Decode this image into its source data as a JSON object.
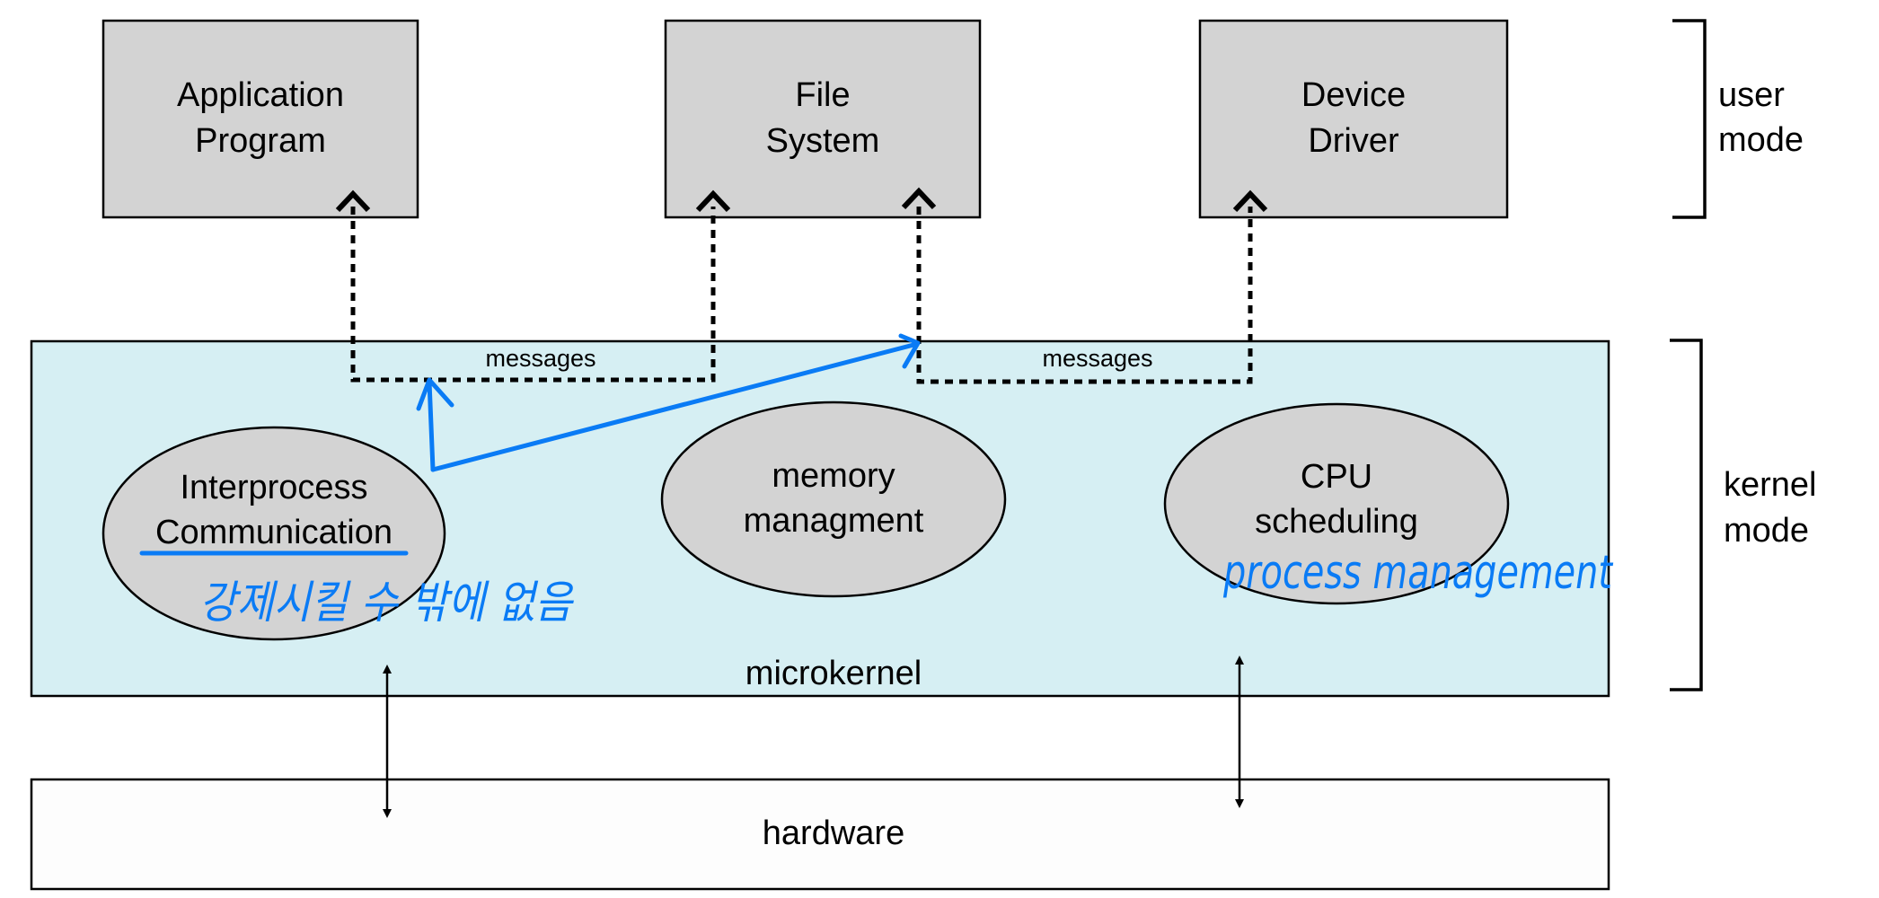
{
  "diagram": {
    "title": "Microkernel system structure",
    "colors": {
      "user_box_fill": "#d3d3d3",
      "kernel_fill": "#d6eff3",
      "hardware_fill": "#fdfdfd",
      "annotation_ink": "#0a7bf5",
      "line": "#000000"
    },
    "user_mode_boxes": [
      {
        "id": "application-program",
        "lines": [
          "Application",
          "Program"
        ]
      },
      {
        "id": "file-system",
        "lines": [
          "File",
          "System"
        ]
      },
      {
        "id": "device-driver",
        "lines": [
          "Device",
          "Driver"
        ]
      }
    ],
    "messages_labels": [
      "messages",
      "messages"
    ],
    "kernel_components": [
      {
        "id": "interprocess-communication",
        "lines": [
          "Interprocess",
          "Communication"
        ]
      },
      {
        "id": "memory-management",
        "lines": [
          "memory",
          "managment"
        ]
      },
      {
        "id": "cpu-scheduling",
        "lines": [
          "CPU",
          "scheduling"
        ]
      }
    ],
    "microkernel_label": "microkernel",
    "hardware_label": "hardware",
    "mode_labels": {
      "user": [
        "user",
        "mode"
      ],
      "kernel": [
        "kernel",
        "mode"
      ]
    },
    "annotations": {
      "ipc_note": "강제시킬 수 밖에 없음",
      "cpu_note": "process management"
    }
  }
}
